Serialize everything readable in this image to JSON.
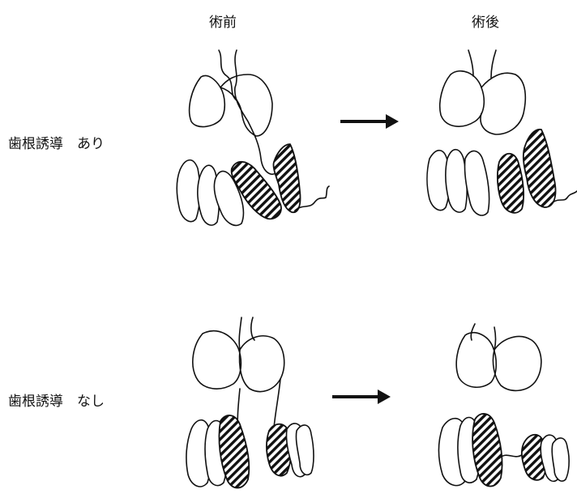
{
  "header": {
    "before": "術前",
    "after": "術後"
  },
  "rows": [
    {
      "label": "歯根誘導　あり"
    },
    {
      "label": "歯根誘導　なし"
    }
  ],
  "colors": {
    "ink": "#111111",
    "background": "#ffffff"
  }
}
